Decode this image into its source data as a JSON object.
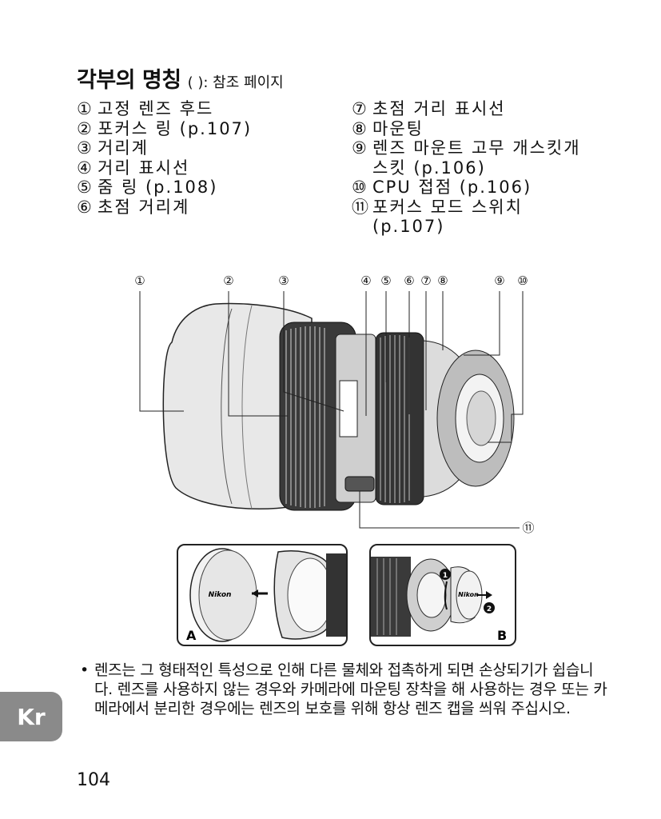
{
  "header": {
    "title": "각부의 명칭",
    "subtitle": "( ): 참조 페이지"
  },
  "parts_left": [
    {
      "num": "①",
      "label": "고정 렌즈 후드"
    },
    {
      "num": "②",
      "label": "포커스 링 (p.107)"
    },
    {
      "num": "③",
      "label": "거리계"
    },
    {
      "num": "④",
      "label": "거리 표시선"
    },
    {
      "num": "⑤",
      "label": "줌 링 (p.108)"
    },
    {
      "num": "⑥",
      "label": "초점 거리계"
    }
  ],
  "parts_right": [
    {
      "num": "⑦",
      "label": "초점 거리 표시선"
    },
    {
      "num": "⑧",
      "label": "마운팅"
    },
    {
      "num": "⑨",
      "label": "렌즈 마운트 고무 개스킷개",
      "cont": "스킷 (p.106)"
    },
    {
      "num": "⑩",
      "label": "CPU 접점 (p.106)"
    },
    {
      "num": "⑪",
      "label": "포커스 모드 스위치",
      "cont": "(p.107)"
    }
  ],
  "callouts": [
    "①",
    "②",
    "③",
    "④",
    "⑤",
    "⑥",
    "⑦",
    "⑧",
    "⑨",
    "⑩",
    "⑪"
  ],
  "inset_a": {
    "tag": "A",
    "brand": "Nikon"
  },
  "inset_b": {
    "tag": "B",
    "brand": "Nikon",
    "step1": "1",
    "step2": "2"
  },
  "note": {
    "bullet": "•",
    "text": "렌즈는 그 형태적인 특성으로 인해 다른 물체와 접촉하게 되면 손상되기가 쉽습니다. 렌즈를 사용하지 않는 경우와 카메라에 마운팅 장착을 해 사용하는 경우 또는 카메라에서 분리한 경우에는 렌즈의 보호를 위해 항상 렌즈 캡을 씌워 주십시오."
  },
  "side_tab": "Kr",
  "page_number": "104"
}
